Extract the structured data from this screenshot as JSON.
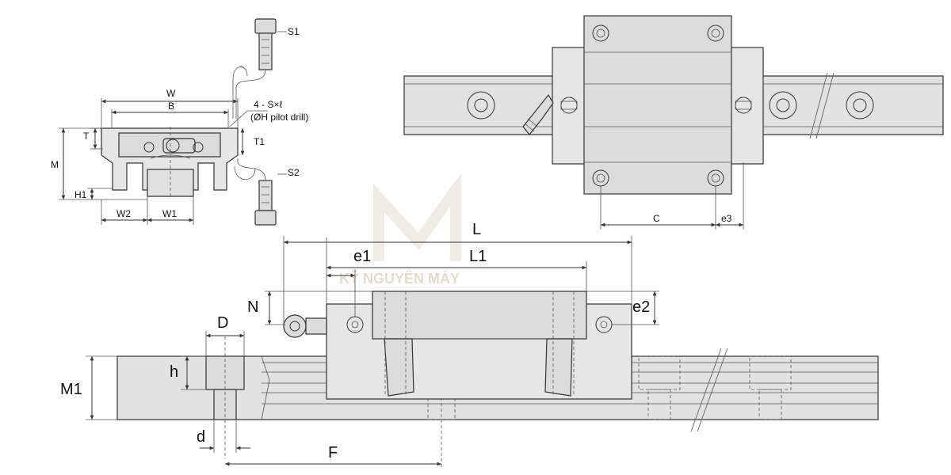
{
  "watermark": {
    "text": "KỸ NGUYÊN MÁY"
  },
  "end_view": {
    "w_label": "W",
    "b_label": "B",
    "bolt_callout_line1": "4 - S×ℓ",
    "bolt_callout_line2": "(ØH pilot drill)",
    "t_label": "T",
    "t1_label": "T1",
    "m_label": "M",
    "h1_label": "H1",
    "w2_label": "W2",
    "w1_label": "W1",
    "s1_label": "S1",
    "s2_label": "S2"
  },
  "top_view": {
    "c_label": "C",
    "e3_label": "e3"
  },
  "side_view": {
    "l_label": "L",
    "l1_label": "L1",
    "e1_label": "e1",
    "e2_label": "e2",
    "n_label": "N",
    "d_upper_label": "D",
    "h_label": "h",
    "m1_label": "M1",
    "d_lower_label": "d",
    "f_label": "F"
  }
}
